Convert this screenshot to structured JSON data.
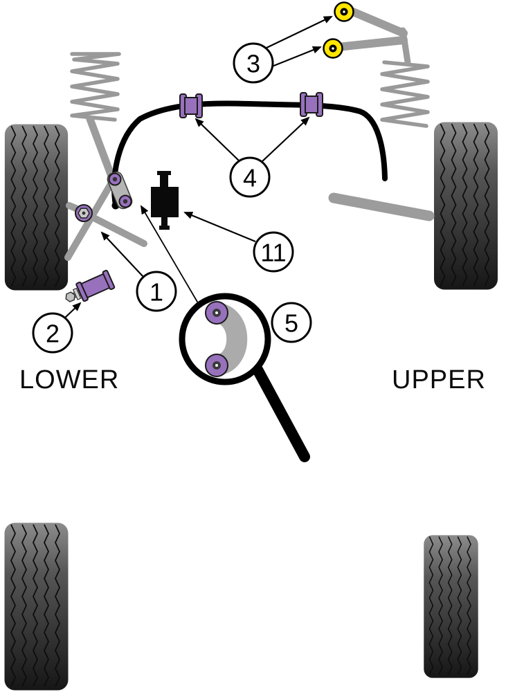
{
  "diagram": {
    "type": "car-suspension-bushing-parts-diagram",
    "callouts": {
      "c1": "1",
      "c2": "2",
      "c3": "3",
      "c4": "4",
      "c5": "5",
      "c11": "11"
    },
    "labels": {
      "lower": "LOWER",
      "upper": "UPPER"
    },
    "colors": {
      "bushing_purple": "#9871BD",
      "bushing_yellow": "#FFE600",
      "metal_gray": "#9C9C9C",
      "tire_light": "#8C8C8C",
      "tire_dark": "#1C1C1C",
      "line_black": "#000000",
      "background": "#FFFFFF"
    }
  }
}
